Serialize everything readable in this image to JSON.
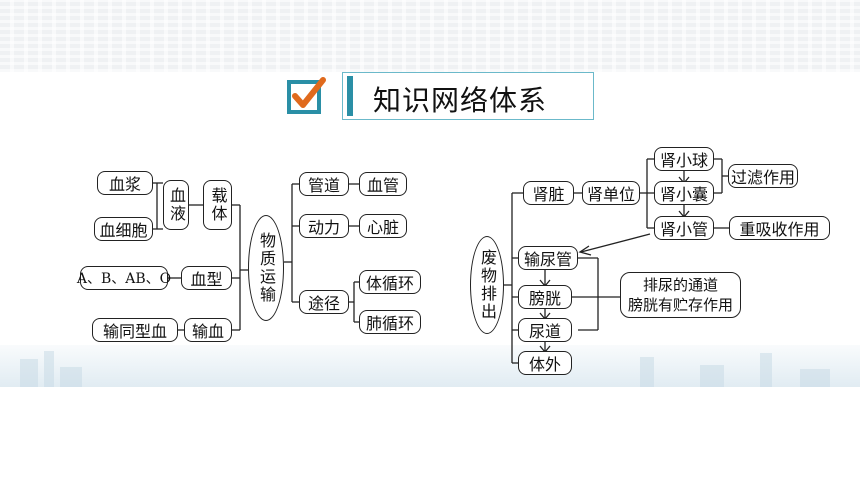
{
  "title": "知识网络体系",
  "left": {
    "plasma": "血浆",
    "cells": "血细胞",
    "blood": "血液",
    "carrier": "载体",
    "center": "物质运输",
    "abo": "A、B、AB、O",
    "blood_type": "血型",
    "same_type": "输同型血",
    "transfusion": "输血",
    "pipe": "管道",
    "vessel": "血管",
    "power": "动力",
    "heart": "心脏",
    "route": "途径",
    "systemic": "体循环",
    "pulmonary": "肺循环"
  },
  "right": {
    "center": "废物排出",
    "kidney": "肾脏",
    "unit": "肾单位",
    "glomerulus": "肾小球",
    "capsule": "肾小囊",
    "tubule": "肾小管",
    "filtration": "过滤作用",
    "reabsorption": "重吸收作用",
    "ureter": "输尿管",
    "bladder": "膀胱",
    "urethra": "尿道",
    "outside": "体外",
    "note_line1": "排尿的通道",
    "note_line2": "膀胱有贮存作用"
  },
  "colors": {
    "accent": "#2a8fa6",
    "check": "#e06a1d"
  }
}
